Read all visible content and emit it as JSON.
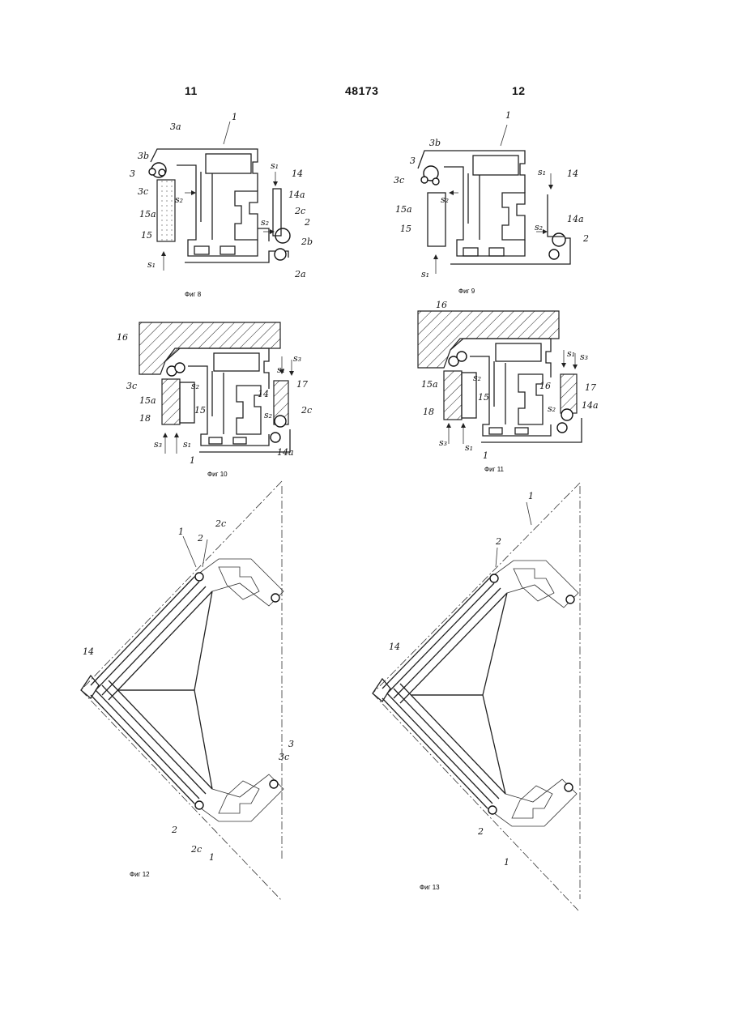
{
  "header": {
    "left_page": "11",
    "document_number": "48173",
    "right_page": "12"
  },
  "figures": {
    "fig8": {
      "caption": "Фиг 8",
      "labels": [
        "1",
        "3a",
        "3b",
        "3",
        "3c",
        "s₂",
        "15a",
        "15",
        "s₁",
        "s₁",
        "14",
        "14a",
        "2c",
        "2",
        "s₂",
        "2b",
        "2a"
      ]
    },
    "fig9": {
      "caption": "Фиг 9",
      "labels": [
        "1",
        "3b",
        "3",
        "3c",
        "s₂",
        "15a",
        "15",
        "s₁",
        "s₁",
        "14",
        "14a",
        "s₂",
        "2"
      ]
    },
    "fig10": {
      "caption": "Фиг 10",
      "labels": [
        "16",
        "3c",
        "15a",
        "18",
        "s₂",
        "15",
        "s₃",
        "s₁",
        "1",
        "s₃",
        "s₁",
        "17",
        "14",
        "s₂",
        "2c",
        "14a"
      ]
    },
    "fig11": {
      "caption": "Фиг 11",
      "labels": [
        "16",
        "15a",
        "s₂",
        "15",
        "18",
        "s₃",
        "s₁",
        "1",
        "s₁",
        "s₃",
        "16",
        "17",
        "s₂",
        "14a"
      ]
    },
    "fig12": {
      "caption": "Фиг 12",
      "labels": [
        "1",
        "2",
        "2c",
        "14",
        "3",
        "3c",
        "2",
        "2c",
        "1"
      ]
    },
    "fig13": {
      "caption": "Фиг 13",
      "labels": [
        "1",
        "2",
        "14",
        "2",
        "1"
      ]
    }
  }
}
